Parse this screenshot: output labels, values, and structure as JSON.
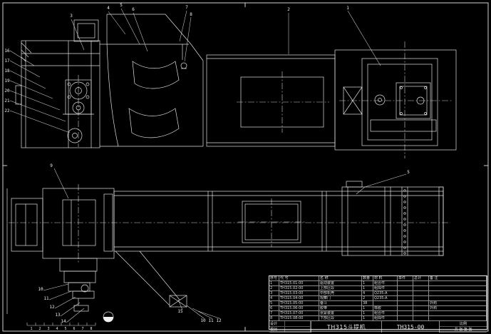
{
  "drawing": {
    "title": "TH315斗提机",
    "number": "TH315-00",
    "callouts": [
      "3",
      "4",
      "5",
      "6",
      "7",
      "8",
      "2",
      "1",
      "16",
      "17",
      "18",
      "19",
      "20",
      "21",
      "22",
      "9",
      "5",
      "10",
      "11",
      "12",
      "13",
      "14",
      "15",
      "10",
      "11",
      "12"
    ],
    "ticks": [
      "1",
      "2",
      "3",
      "4",
      "5",
      "6",
      "7",
      "8"
    ]
  },
  "tb": {
    "cols": [
      "序号",
      "代  号",
      "名  称",
      "数量",
      "材 料",
      "单件",
      "总计",
      "备 注"
    ],
    "rows": [
      {
        "no": "1",
        "code": "TH315.01-00",
        "name": "驱动装置",
        "qty": "1",
        "mat": "组合件",
        "w1": "",
        "w2": "",
        "note": ""
      },
      {
        "no": "2",
        "code": "TH315.02-00",
        "name": "上部区段",
        "qty": "1",
        "mat": "组焊件",
        "w1": "",
        "w2": "",
        "note": ""
      },
      {
        "no": "3",
        "code": "TH315.03-00",
        "name": "中部机壳",
        "qty": "4",
        "mat": "Q235-A",
        "w1": "",
        "w2": "",
        "note": ""
      },
      {
        "no": "4",
        "code": "TH315.04-00",
        "name": "观察门",
        "qty": "2",
        "mat": "Q235-A",
        "w1": "",
        "w2": "",
        "note": ""
      },
      {
        "no": "5",
        "code": "TH315.05-00",
        "name": "畚斗",
        "qty": "38",
        "mat": "",
        "w1": "",
        "w2": "",
        "note": "外购"
      },
      {
        "no": "6",
        "code": "TH315.06-00",
        "name": "胶带",
        "qty": "1",
        "mat": "橡胶",
        "w1": "",
        "w2": "",
        "note": "外购"
      },
      {
        "no": "7",
        "code": "TH315.07-00",
        "name": "张紧装置",
        "qty": "1",
        "mat": "组合件",
        "w1": "",
        "w2": "",
        "note": ""
      },
      {
        "no": "8",
        "code": "TH315.08-00",
        "name": "下部区段",
        "qty": "1",
        "mat": "组焊件",
        "w1": "",
        "w2": "",
        "note": ""
      }
    ],
    "info": {
      "design": "设计",
      "check": "校对",
      "title": "TH315斗提机",
      "number": "TH315-00",
      "scale": "比例",
      "sheet": "共 张 第 张"
    }
  }
}
